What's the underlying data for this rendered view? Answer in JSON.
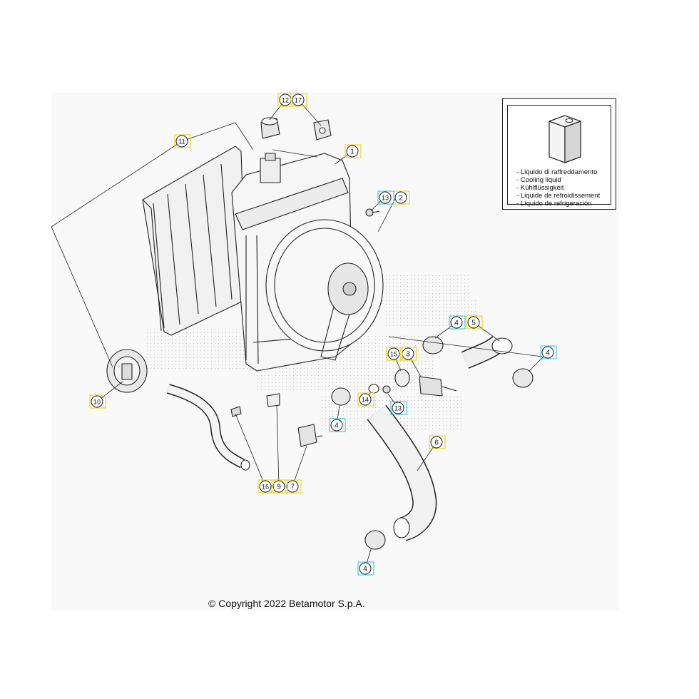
{
  "callouts": [
    {
      "id": "c1",
      "text": "1",
      "ring": "yellow"
    },
    {
      "id": "c2",
      "text": "2",
      "ring": "yellow"
    },
    {
      "id": "c3",
      "text": "3",
      "ring": "yellow"
    },
    {
      "id": "c4a",
      "text": "4",
      "ring": "cyan"
    },
    {
      "id": "c4b",
      "text": "4",
      "ring": "cyan"
    },
    {
      "id": "c4c",
      "text": "4",
      "ring": "cyan"
    },
    {
      "id": "c4d",
      "text": "4",
      "ring": "cyan"
    },
    {
      "id": "c5",
      "text": "5",
      "ring": "yellow"
    },
    {
      "id": "c6",
      "text": "6",
      "ring": "yellow"
    },
    {
      "id": "c7",
      "text": "7",
      "ring": "yellow"
    },
    {
      "id": "c9",
      "text": "9",
      "ring": "yellow"
    },
    {
      "id": "c10",
      "text": "10",
      "ring": "yellow"
    },
    {
      "id": "c11",
      "text": "11",
      "ring": "yellow"
    },
    {
      "id": "c12",
      "text": "12",
      "ring": "yellow"
    },
    {
      "id": "c13a",
      "text": "13",
      "ring": "cyan"
    },
    {
      "id": "c13b",
      "text": "13",
      "ring": "cyan"
    },
    {
      "id": "c14",
      "text": "14",
      "ring": "yellow"
    },
    {
      "id": "c15",
      "text": "15",
      "ring": "yellow"
    },
    {
      "id": "c16",
      "text": "16",
      "ring": "yellow"
    },
    {
      "id": "c17",
      "text": "17",
      "ring": "yellow"
    }
  ],
  "legend": {
    "lines": [
      "- Liquido di raffreddamento",
      "- Cooling liquid",
      "- Kühlflüssigkeit",
      "- Liquide de refroidissement",
      "- Líquido de refrigeración"
    ]
  },
  "copyright": "© Copyright 2022 Betamotor S.p.A.",
  "colors": {
    "yellow_ring": "#e8d400",
    "cyan_ring": "#2ec4dc",
    "line": "#222222"
  }
}
